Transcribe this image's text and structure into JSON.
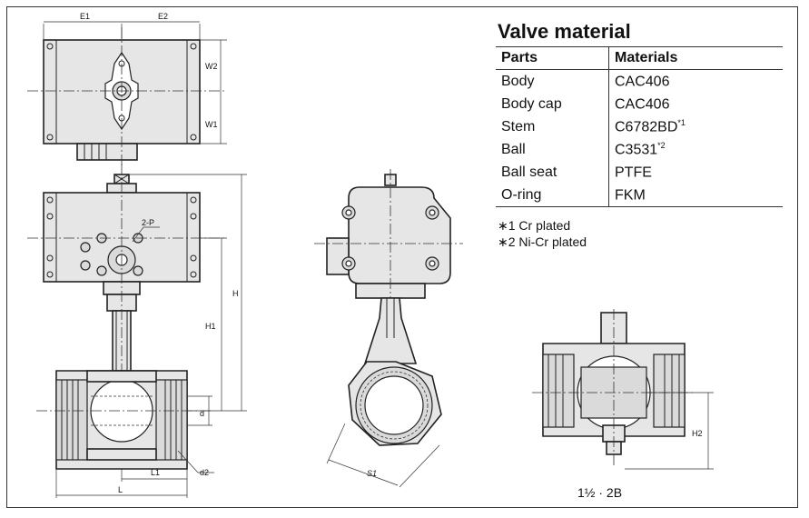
{
  "table": {
    "title": "Valve material",
    "header": {
      "parts": "Parts",
      "materials": "Materials"
    },
    "rows": [
      {
        "part": "Body",
        "material": "CAC406",
        "note": ""
      },
      {
        "part": "Body cap",
        "material": "CAC406",
        "note": ""
      },
      {
        "part": "Stem",
        "material": "C6782BD",
        "note": "*1"
      },
      {
        "part": "Ball",
        "material": "C3531",
        "note": "*2"
      },
      {
        "part": "Ball seat",
        "material": "PTFE",
        "note": ""
      },
      {
        "part": "O-ring",
        "material": "FKM",
        "note": ""
      }
    ]
  },
  "notes": [
    "∗1 Cr plated",
    "∗2 Ni-Cr plated"
  ],
  "dimensions": {
    "e1": "E1",
    "e2": "E2",
    "w1": "W1",
    "w2": "W2",
    "port": "2-P",
    "h": "H",
    "h1": "H1",
    "d": "d",
    "l1": "L1",
    "l": "L",
    "d2": "d2",
    "s1": "S1",
    "h2": "H2"
  },
  "model_label": "1½ · 2B"
}
